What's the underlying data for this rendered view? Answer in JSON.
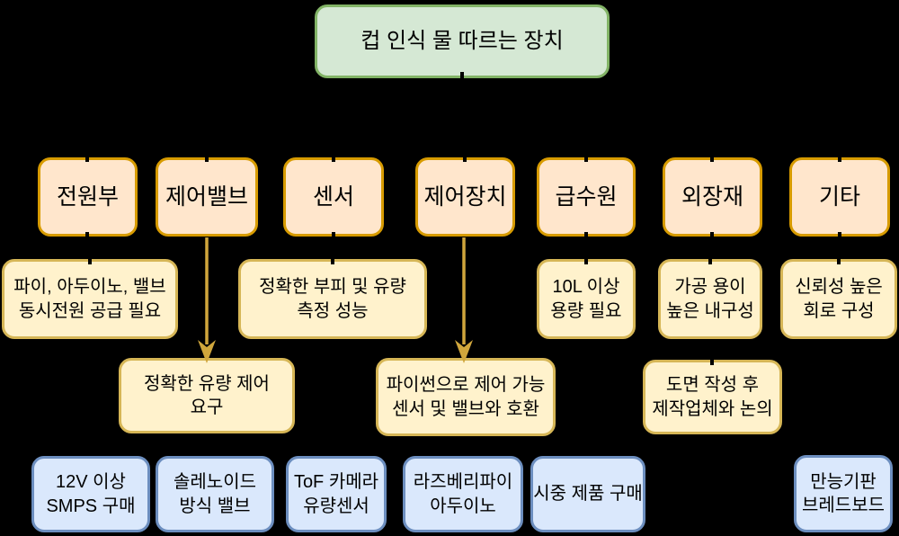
{
  "root": {
    "label": "컵 인식 물 따르는 장치"
  },
  "categories": [
    {
      "label": "전원부"
    },
    {
      "label": "제어밸브"
    },
    {
      "label": "센서"
    },
    {
      "label": "제어장치"
    },
    {
      "label": "급수원"
    },
    {
      "label": "외장재"
    },
    {
      "label": "기타"
    }
  ],
  "requirements": [
    {
      "label": "파이, 아두이노, 밸브\n동시전원 공급 필요"
    },
    {
      "label": "정확한 부피 및 유량\n측정 성능"
    },
    {
      "label": "10L 이상\n용량 필요"
    },
    {
      "label": "가공 용이\n높은 내구성"
    },
    {
      "label": "신뢰성 높은\n회로 구성"
    }
  ],
  "derived_requirements": [
    {
      "label": "정확한 유량 제어\n요구"
    },
    {
      "label": "파이썬으로 제어 가능\n센서 및 밸브와 호환"
    },
    {
      "label": "도면 작성 후\n제작업체와 논의"
    }
  ],
  "solutions": [
    {
      "label": "12V 이상\nSMPS 구매"
    },
    {
      "label": "솔레노이드\n방식 밸브"
    },
    {
      "label": "ToF 카메라\n유량센서"
    },
    {
      "label": "라즈베리파이\n아두이노"
    },
    {
      "label": "시중 제품 구매"
    },
    {
      "label": "만능기판\n브레드보드"
    }
  ],
  "colors": {
    "background": "#000000",
    "root_fill": "#d5e8d4",
    "root_stroke": "#82b366",
    "category_fill": "#ffe6cc",
    "category_stroke": "#d79b00",
    "note_fill": "#fff2cc",
    "note_stroke": "#d6b656",
    "solution_fill": "#dae8fc",
    "solution_stroke": "#6c8ebf",
    "arrow": "#d0a63c"
  }
}
